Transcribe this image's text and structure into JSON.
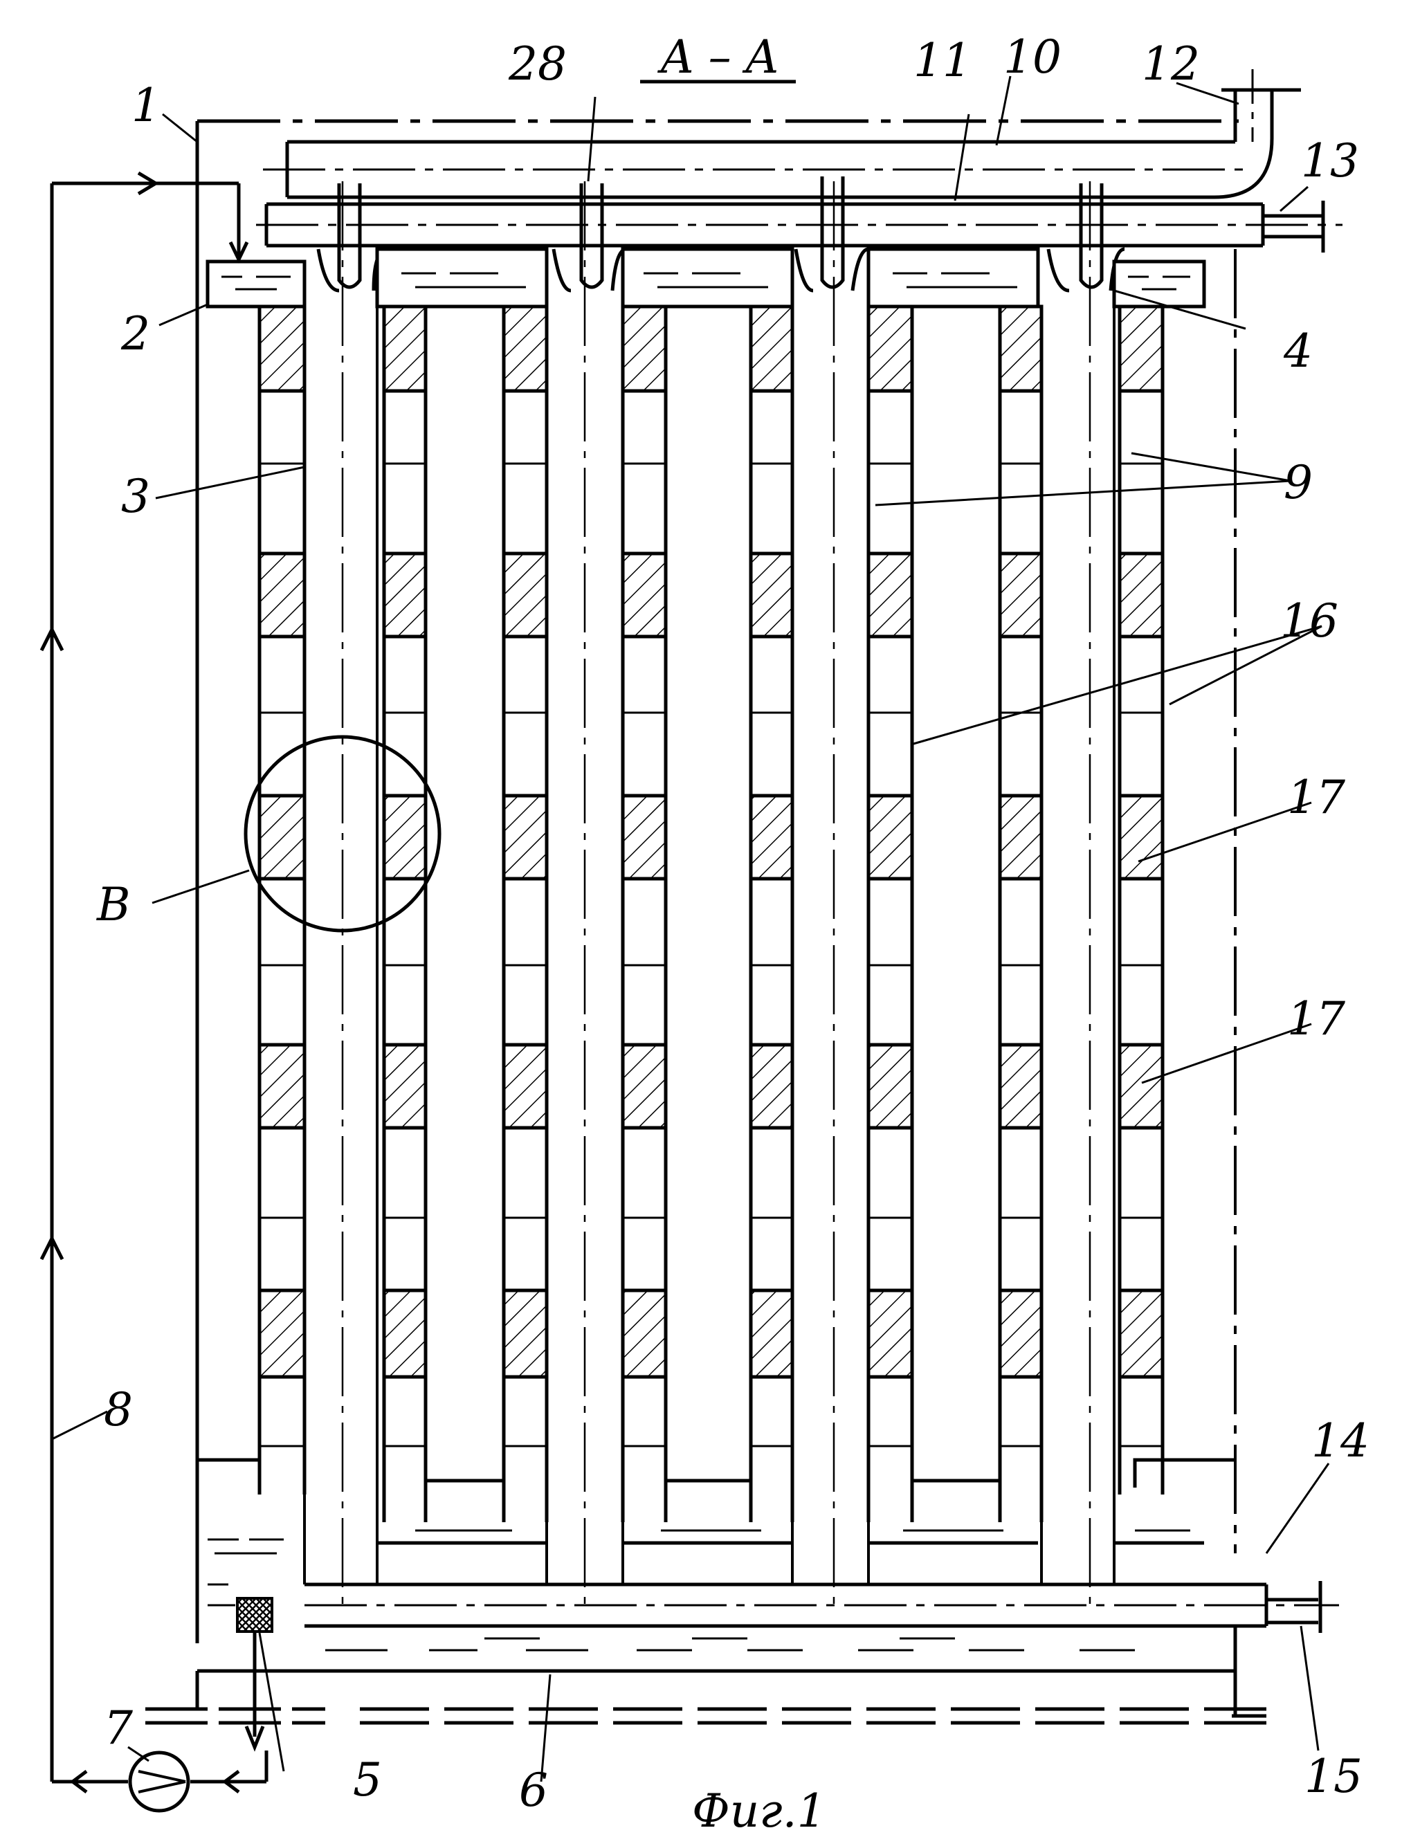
{
  "section_label": "A – A",
  "caption": "Фиг.1",
  "labels": {
    "l1": "1",
    "l2": "2",
    "l3": "3",
    "l4": "4",
    "l5": "5",
    "l6": "6",
    "l7": "7",
    "l8": "8",
    "l9": "9",
    "l10": "10",
    "l11": "11",
    "l12": "12",
    "l13": "13",
    "l14": "14",
    "l15": "15",
    "l16": "16",
    "l17a": "17",
    "l17b": "17",
    "l28": "28",
    "lB": "B"
  }
}
